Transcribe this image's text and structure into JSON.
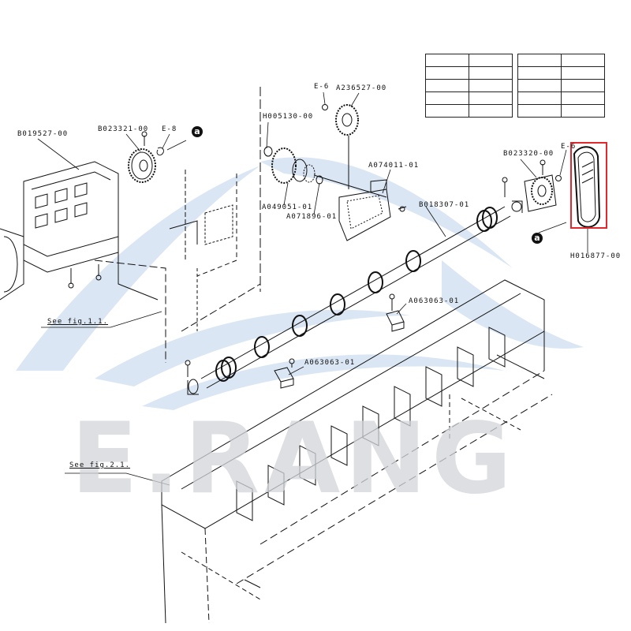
{
  "watermark": {
    "text": "E.RANG",
    "wave_color": "#5b8fd2",
    "text_color": "#d2d5d9"
  },
  "part_labels": [
    {
      "id": "b019527",
      "text": "B019527-00"
    },
    {
      "id": "b023321",
      "text": "B023321-00"
    },
    {
      "id": "e8",
      "text": "E-8"
    },
    {
      "id": "e6-top",
      "text": "E-6"
    },
    {
      "id": "a236527",
      "text": "A236527-00"
    },
    {
      "id": "h005130",
      "text": "H005130-00"
    },
    {
      "id": "a074011",
      "text": "A074011-01"
    },
    {
      "id": "a049051",
      "text": "A049051-01"
    },
    {
      "id": "a071896",
      "text": "A071896-01"
    },
    {
      "id": "b018307",
      "text": "B018307-01"
    },
    {
      "id": "b023320",
      "text": "B023320-00"
    },
    {
      "id": "e6-right",
      "text": "E-6"
    },
    {
      "id": "h016877",
      "text": "H016877-00"
    },
    {
      "id": "a063063-upper",
      "text": "A063063-01"
    },
    {
      "id": "a063063-lower",
      "text": "A063063-01"
    }
  ],
  "reference_labels": [
    {
      "id": "fig-1-1",
      "text": "See fig.1.1."
    },
    {
      "id": "fig-2-1",
      "text": "See fig.2.1."
    }
  ],
  "callouts": [
    {
      "id": "left",
      "text": "a"
    },
    {
      "id": "right",
      "text": "a"
    }
  ],
  "highlight": {
    "part": "H016877-00",
    "color": "#e0282e"
  }
}
